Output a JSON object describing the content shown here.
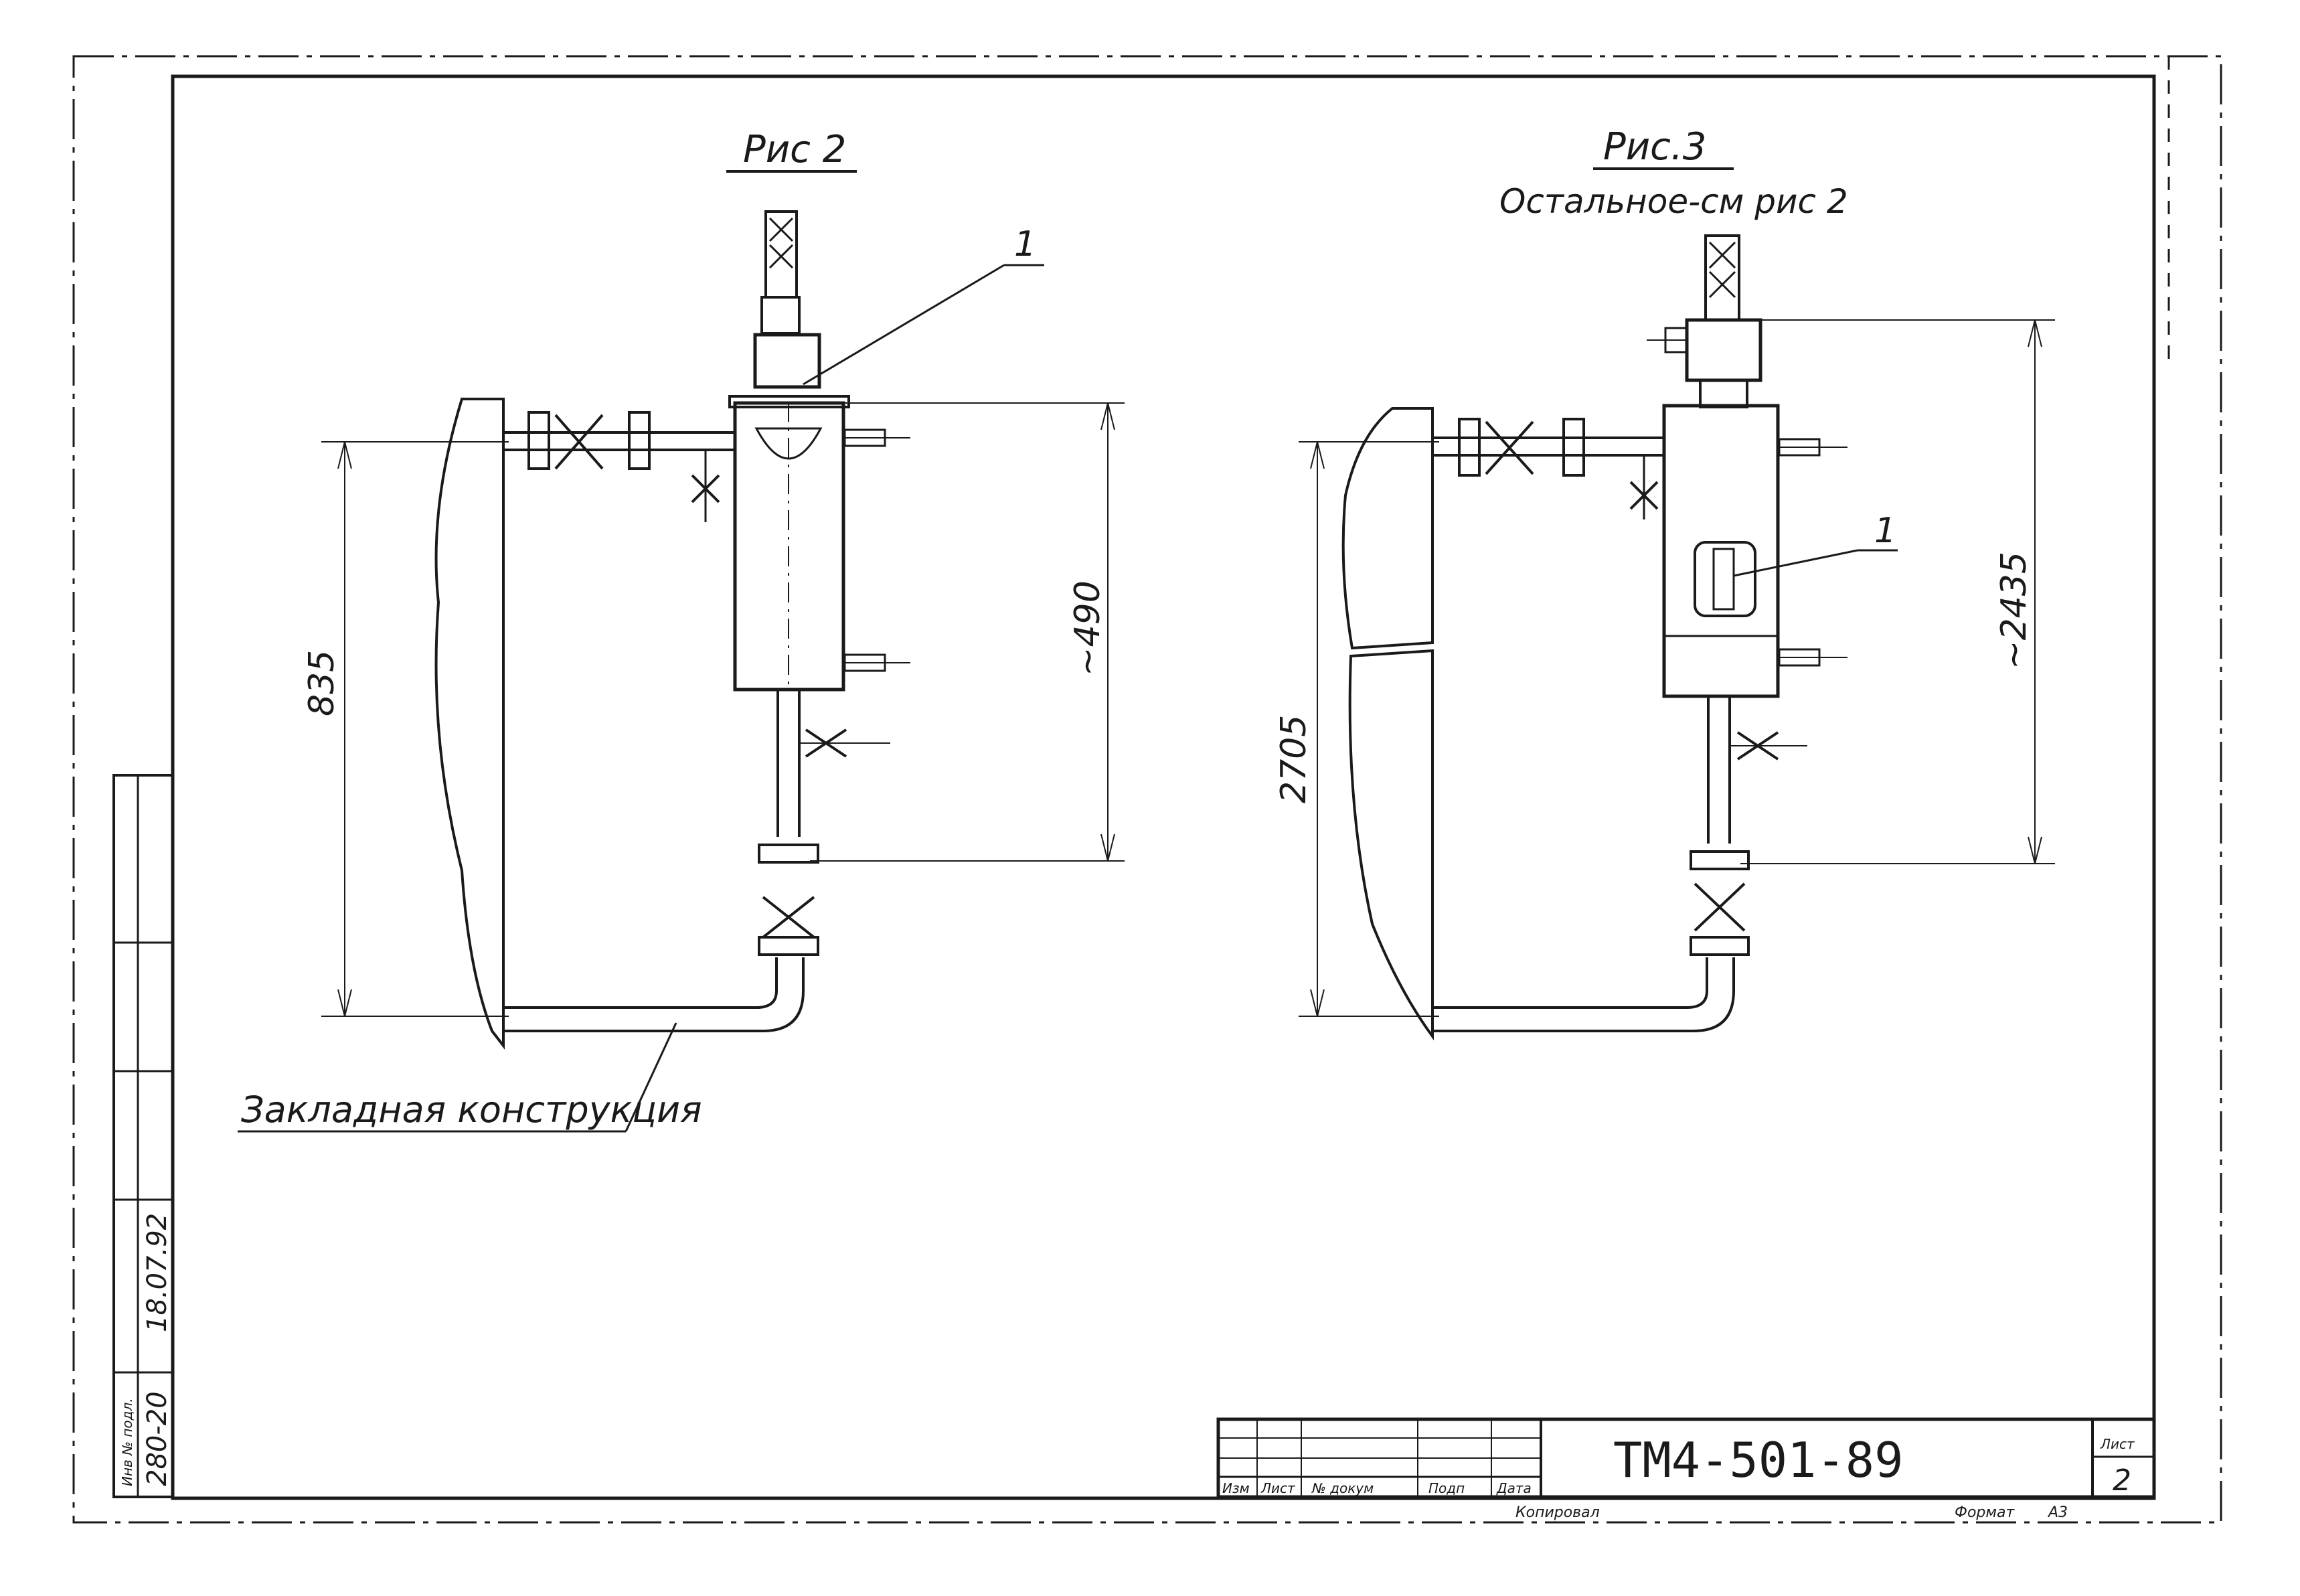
{
  "fig2": {
    "title": "Рис 2",
    "callout": "1",
    "dim_height": "835",
    "dim_right": "~490",
    "label_embedded": "Закладная конструкция"
  },
  "fig3": {
    "title": "Рис.3",
    "subtitle": "Остальное-см рис 2",
    "callout": "1",
    "dim_height": "2705",
    "dim_right": "~2435"
  },
  "side_stamp": {
    "inv_label": "Инв № подл.",
    "inv_number": "280-20",
    "signature_date": "18.07.92"
  },
  "title_block": {
    "doc_code": "ТМ4-501-89",
    "sheet_label": "Лист",
    "sheet_number": "2",
    "col_izm": "Изм",
    "col_list": "Лист",
    "col_doc": "№ докум",
    "col_sign": "Подп",
    "col_date": "Дата",
    "copied_label": "Копировал",
    "format_label": "Формат",
    "format_value": "А3"
  }
}
